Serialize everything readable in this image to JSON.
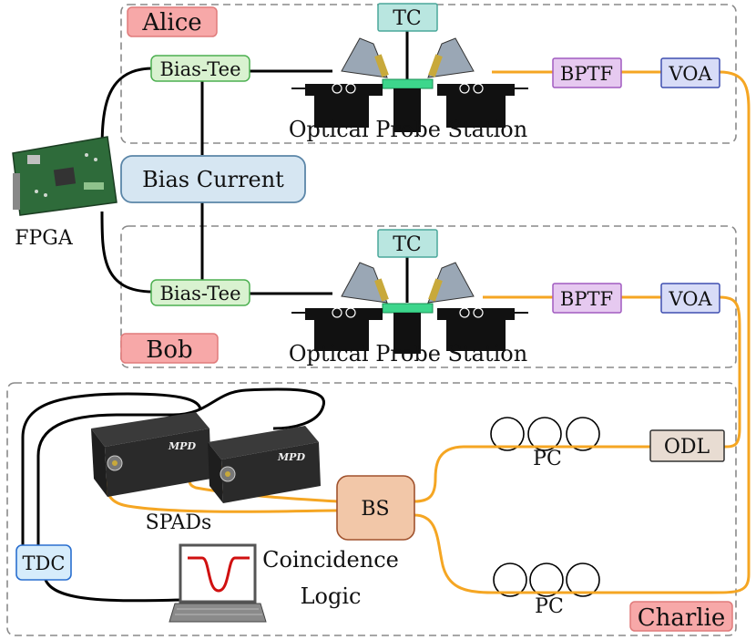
{
  "labels": {
    "alice": "Alice",
    "bob": "Bob",
    "charlie": "Charlie",
    "tc_top": "TC",
    "tc_bottom": "TC",
    "bias_tee_top": "Bias-Tee",
    "bias_tee_bottom": "Bias-Tee",
    "bias_current": "Bias Current",
    "fpga": "FPGA",
    "probe_station_top": "Optical Probe Station",
    "probe_station_bottom": "Optical Probe Station",
    "bptf_top": "BPTF",
    "bptf_bottom": "BPTF",
    "voa_top": "VOA",
    "voa_bottom": "VOA",
    "odl": "ODL",
    "pc_top": "PC",
    "pc_bottom": "PC",
    "bs": "BS",
    "spads": "SPADs",
    "tdc": "TDC",
    "coincidence_line1": "Coincidence",
    "coincidence_line2": "Logic",
    "spad_brand": "MPD"
  },
  "colors": {
    "fiber": "#f5a623",
    "cable": "#000000",
    "dashed_box": "#8a8a8a",
    "party_label_fill": "#f7a8a8",
    "party_label_stroke": "#e07b7b",
    "bias_tee_fill": "#d9f2d0",
    "bias_tee_stroke": "#4caf50",
    "tc_fill": "#b9e6e0",
    "tc_stroke": "#4aa79a",
    "bias_current_fill": "#d6e6f2",
    "bias_current_stroke": "#5b86a8",
    "bptf_fill": "#e6c9f0",
    "bptf_stroke": "#a05bc0",
    "voa_fill": "#d8dcf7",
    "voa_stroke": "#3f4fb0",
    "odl_fill": "#e8dcd2",
    "odl_stroke": "#333333",
    "bs_fill": "#f2c7a8",
    "bs_stroke": "#a0522d",
    "tdc_fill": "#d6ecfb",
    "tdc_stroke": "#2a6fcf",
    "chip": "#3dd68c",
    "fpga_board": "#2e6b3a",
    "coincidence_curve": "#d01010"
  }
}
